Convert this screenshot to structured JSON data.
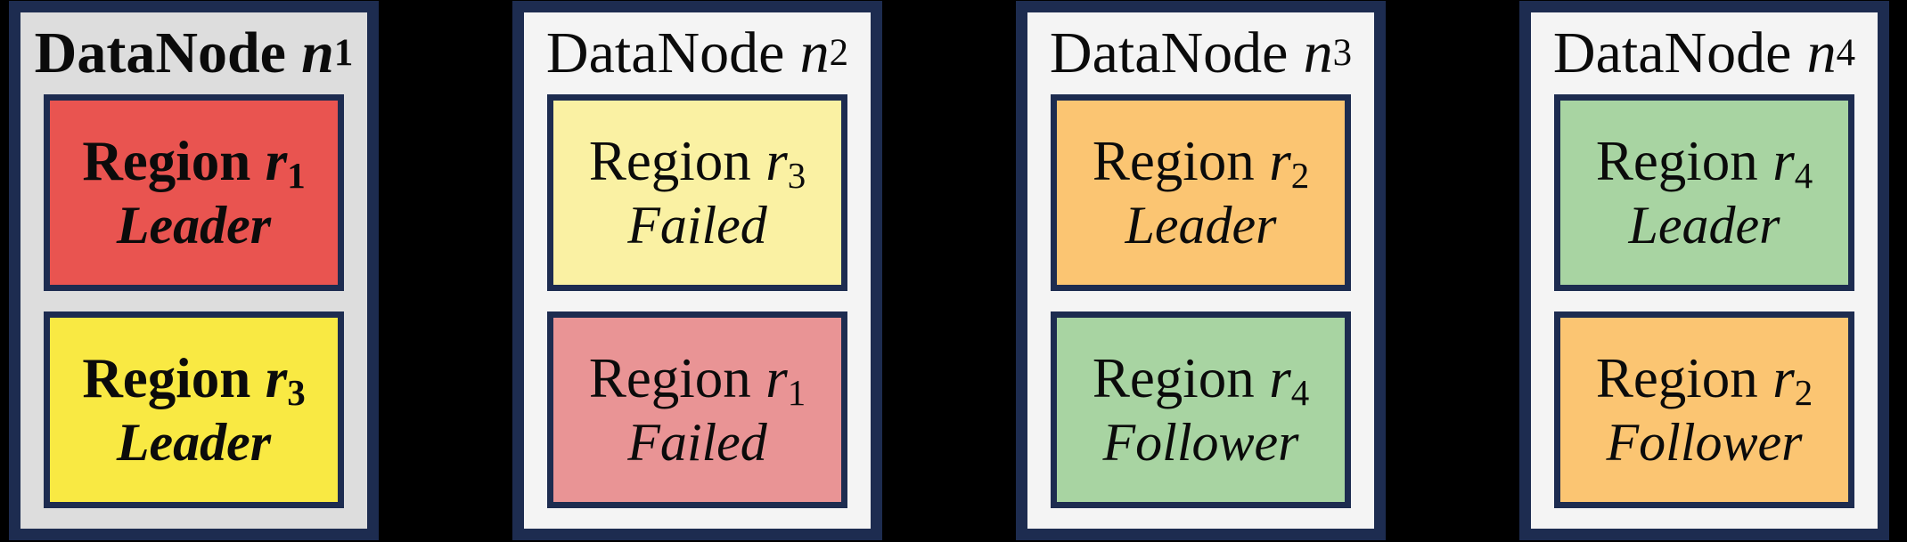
{
  "diagram": {
    "css_colors": {
      "border": "#1d2c50",
      "canvas": "#000000"
    },
    "nodes": [
      {
        "title": {
          "name": "DataNode",
          "var": "n",
          "sub": "1"
        },
        "fill": "#dddddd",
        "regions": [
          {
            "name": "Region",
            "var": "r",
            "sub": "1",
            "status": "Leader",
            "fill": "#e95450"
          },
          {
            "name": "Region",
            "var": "r",
            "sub": "3",
            "status": "Leader",
            "fill": "#f9e943"
          }
        ]
      },
      {
        "title": {
          "name": "DataNode",
          "var": "n",
          "sub": "2"
        },
        "fill": "#f4f4f4",
        "regions": [
          {
            "name": "Region",
            "var": "r",
            "sub": "3",
            "status": "Failed",
            "fill": "#faf1a3"
          },
          {
            "name": "Region",
            "var": "r",
            "sub": "1",
            "status": "Failed",
            "fill": "#e99495"
          }
        ]
      },
      {
        "title": {
          "name": "DataNode",
          "var": "n",
          "sub": "3"
        },
        "fill": "#f4f4f4",
        "regions": [
          {
            "name": "Region",
            "var": "r",
            "sub": "2",
            "status": "Leader",
            "fill": "#fbc572"
          },
          {
            "name": "Region",
            "var": "r",
            "sub": "4",
            "status": "Follower",
            "fill": "#a8d4a2"
          }
        ]
      },
      {
        "title": {
          "name": "DataNode",
          "var": "n",
          "sub": "4"
        },
        "fill": "#f4f4f4",
        "regions": [
          {
            "name": "Region",
            "var": "r",
            "sub": "4",
            "status": "Leader",
            "fill": "#a8d4a2"
          },
          {
            "name": "Region",
            "var": "r",
            "sub": "2",
            "status": "Follower",
            "fill": "#fbc572"
          }
        ]
      }
    ]
  }
}
